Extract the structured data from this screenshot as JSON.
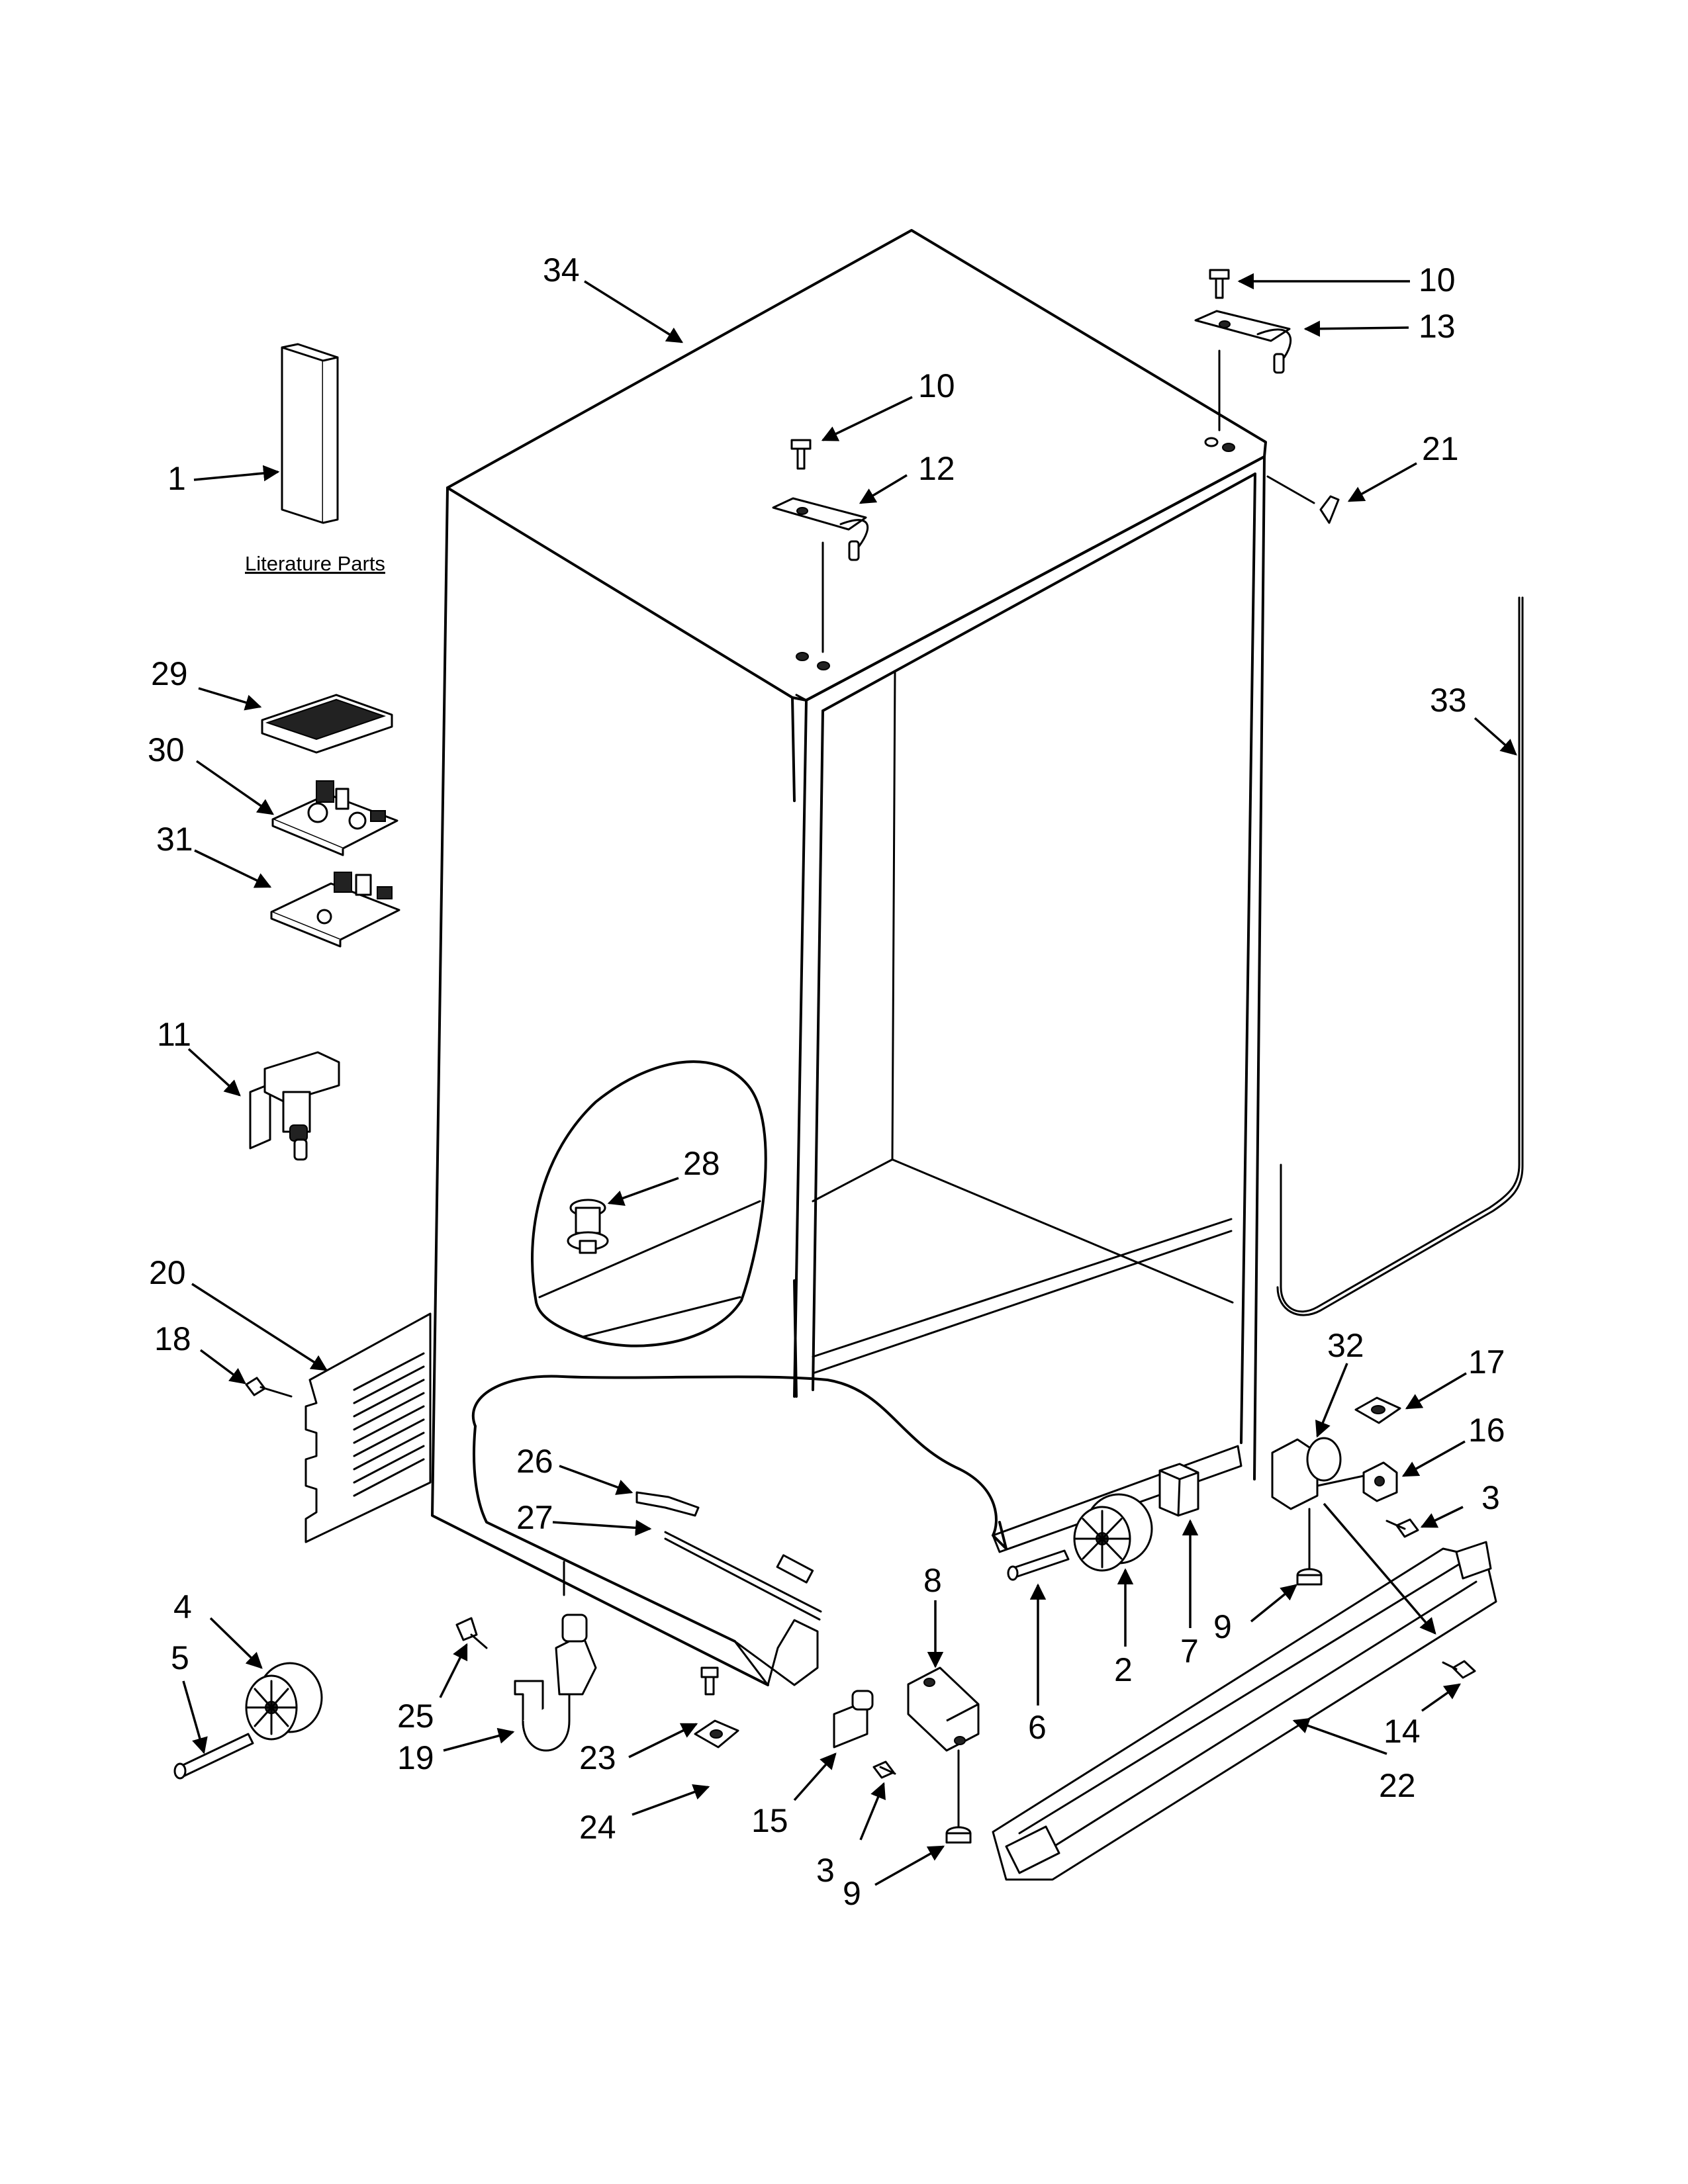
{
  "literature_label": "Literature Parts",
  "callouts": {
    "c1": "1",
    "c2": "2",
    "c3a": "3",
    "c3b": "3",
    "c4": "4",
    "c5": "5",
    "c6": "6",
    "c7": "7",
    "c8": "8",
    "c9a": "9",
    "c9b": "9",
    "c10a": "10",
    "c10b": "10",
    "c11": "11",
    "c12": "12",
    "c13": "13",
    "c14": "14",
    "c15": "15",
    "c16": "16",
    "c17": "17",
    "c18": "18",
    "c19": "19",
    "c20": "20",
    "c21": "21",
    "c22": "22",
    "c23": "23",
    "c24": "24",
    "c25": "25",
    "c26": "26",
    "c27": "27",
    "c28": "28",
    "c29": "29",
    "c30": "30",
    "c31": "31",
    "c32": "32",
    "c33": "33",
    "c34": "34"
  }
}
